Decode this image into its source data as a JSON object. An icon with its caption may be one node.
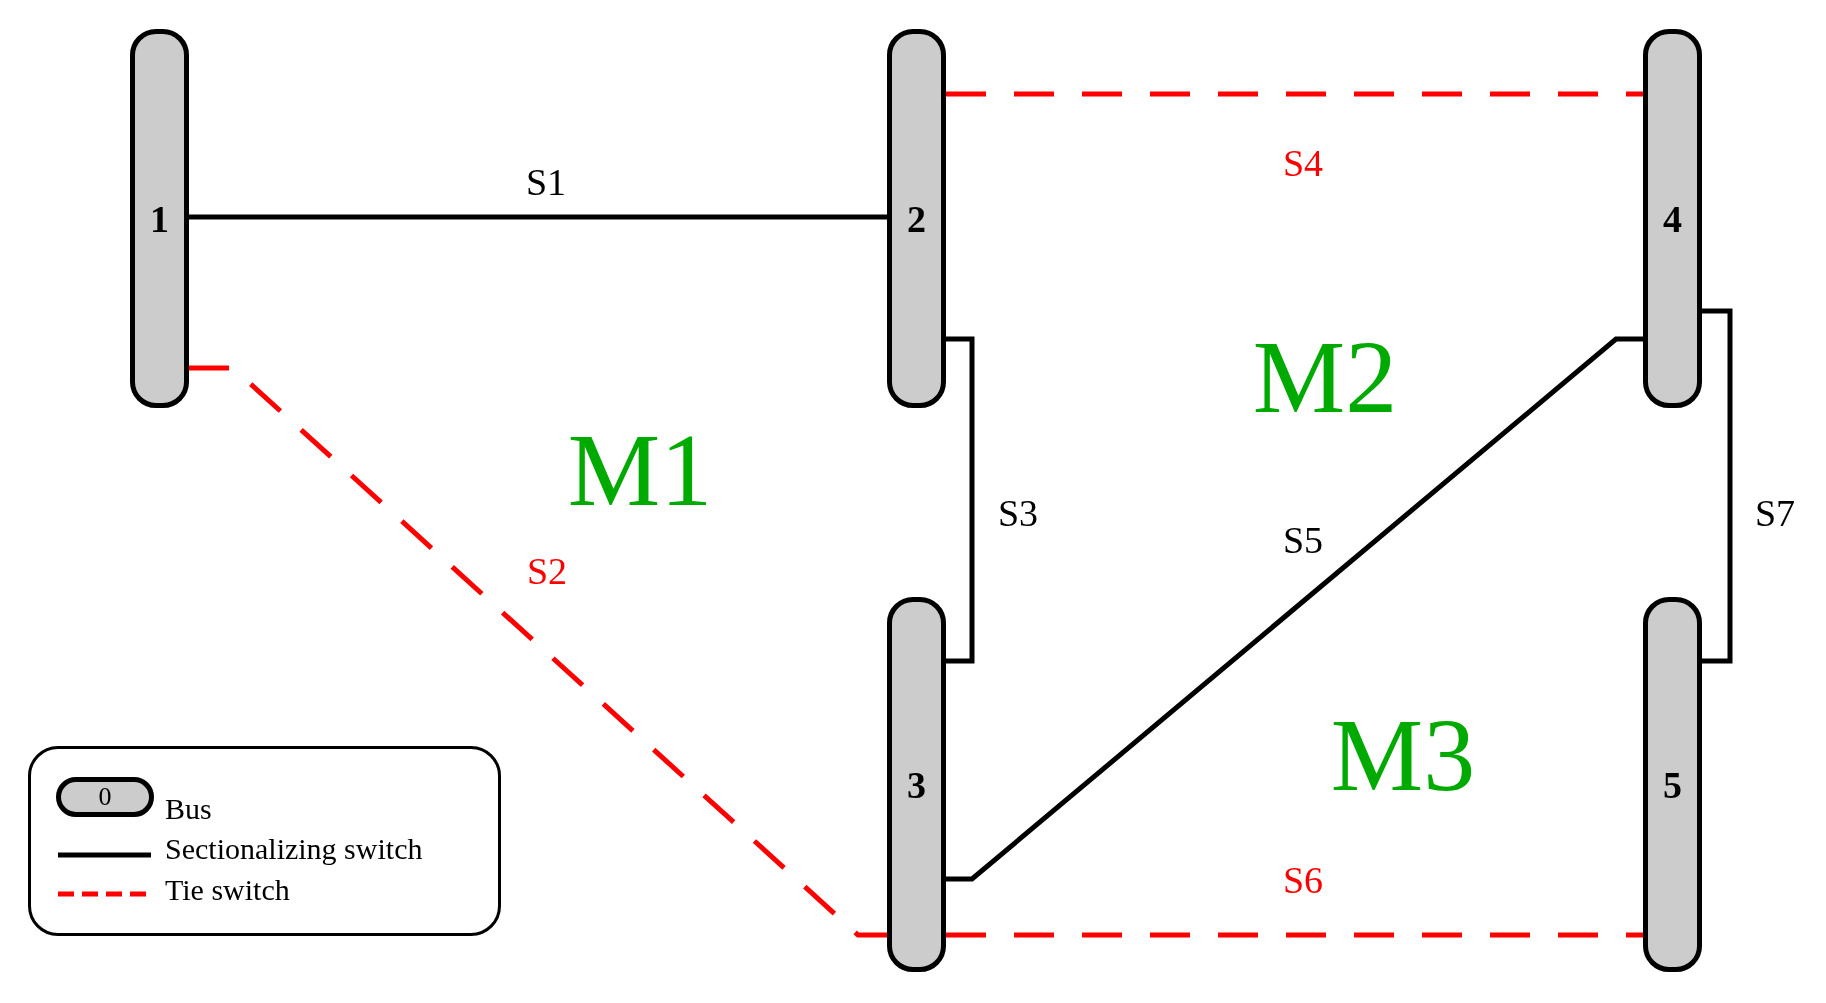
{
  "diagram": {
    "nodes": [
      {
        "text": [
          "1"
        ]
      },
      {
        "text": [
          "2"
        ]
      },
      {
        "text": [
          "3"
        ]
      },
      {
        "text": [
          "4"
        ]
      },
      {
        "text": [
          "5"
        ]
      }
    ],
    "edges": [
      {
        "from": 0,
        "to": 1,
        "arrow": "none",
        "label": "S1"
      },
      {
        "from": 0,
        "to": 2,
        "arrow": "none",
        "label": "S2",
        "style": "dashed",
        "color": "#ff0000"
      },
      {
        "from": 1,
        "to": 2,
        "arrow": "none",
        "label": "S3"
      },
      {
        "from": 1,
        "to": 3,
        "arrow": "none",
        "label": "S4",
        "style": "dashed",
        "color": "#ff0000"
      },
      {
        "from": 2,
        "to": 3,
        "arrow": "none",
        "label": "S5"
      },
      {
        "from": 2,
        "to": 4,
        "arrow": "none",
        "label": "S6",
        "style": "dashed",
        "color": "#ff0000"
      },
      {
        "from": 3,
        "to": 4,
        "arrow": "none",
        "label": "S7"
      }
    ],
    "labels": [
      "M2",
      "M1",
      "M3",
      "0"
    ],
    "legend": [
      {
        "text": "Bus"
      },
      {
        "text": "Sectionalizing switch"
      },
      {
        "text": "Tie switch"
      }
    ]
  }
}
